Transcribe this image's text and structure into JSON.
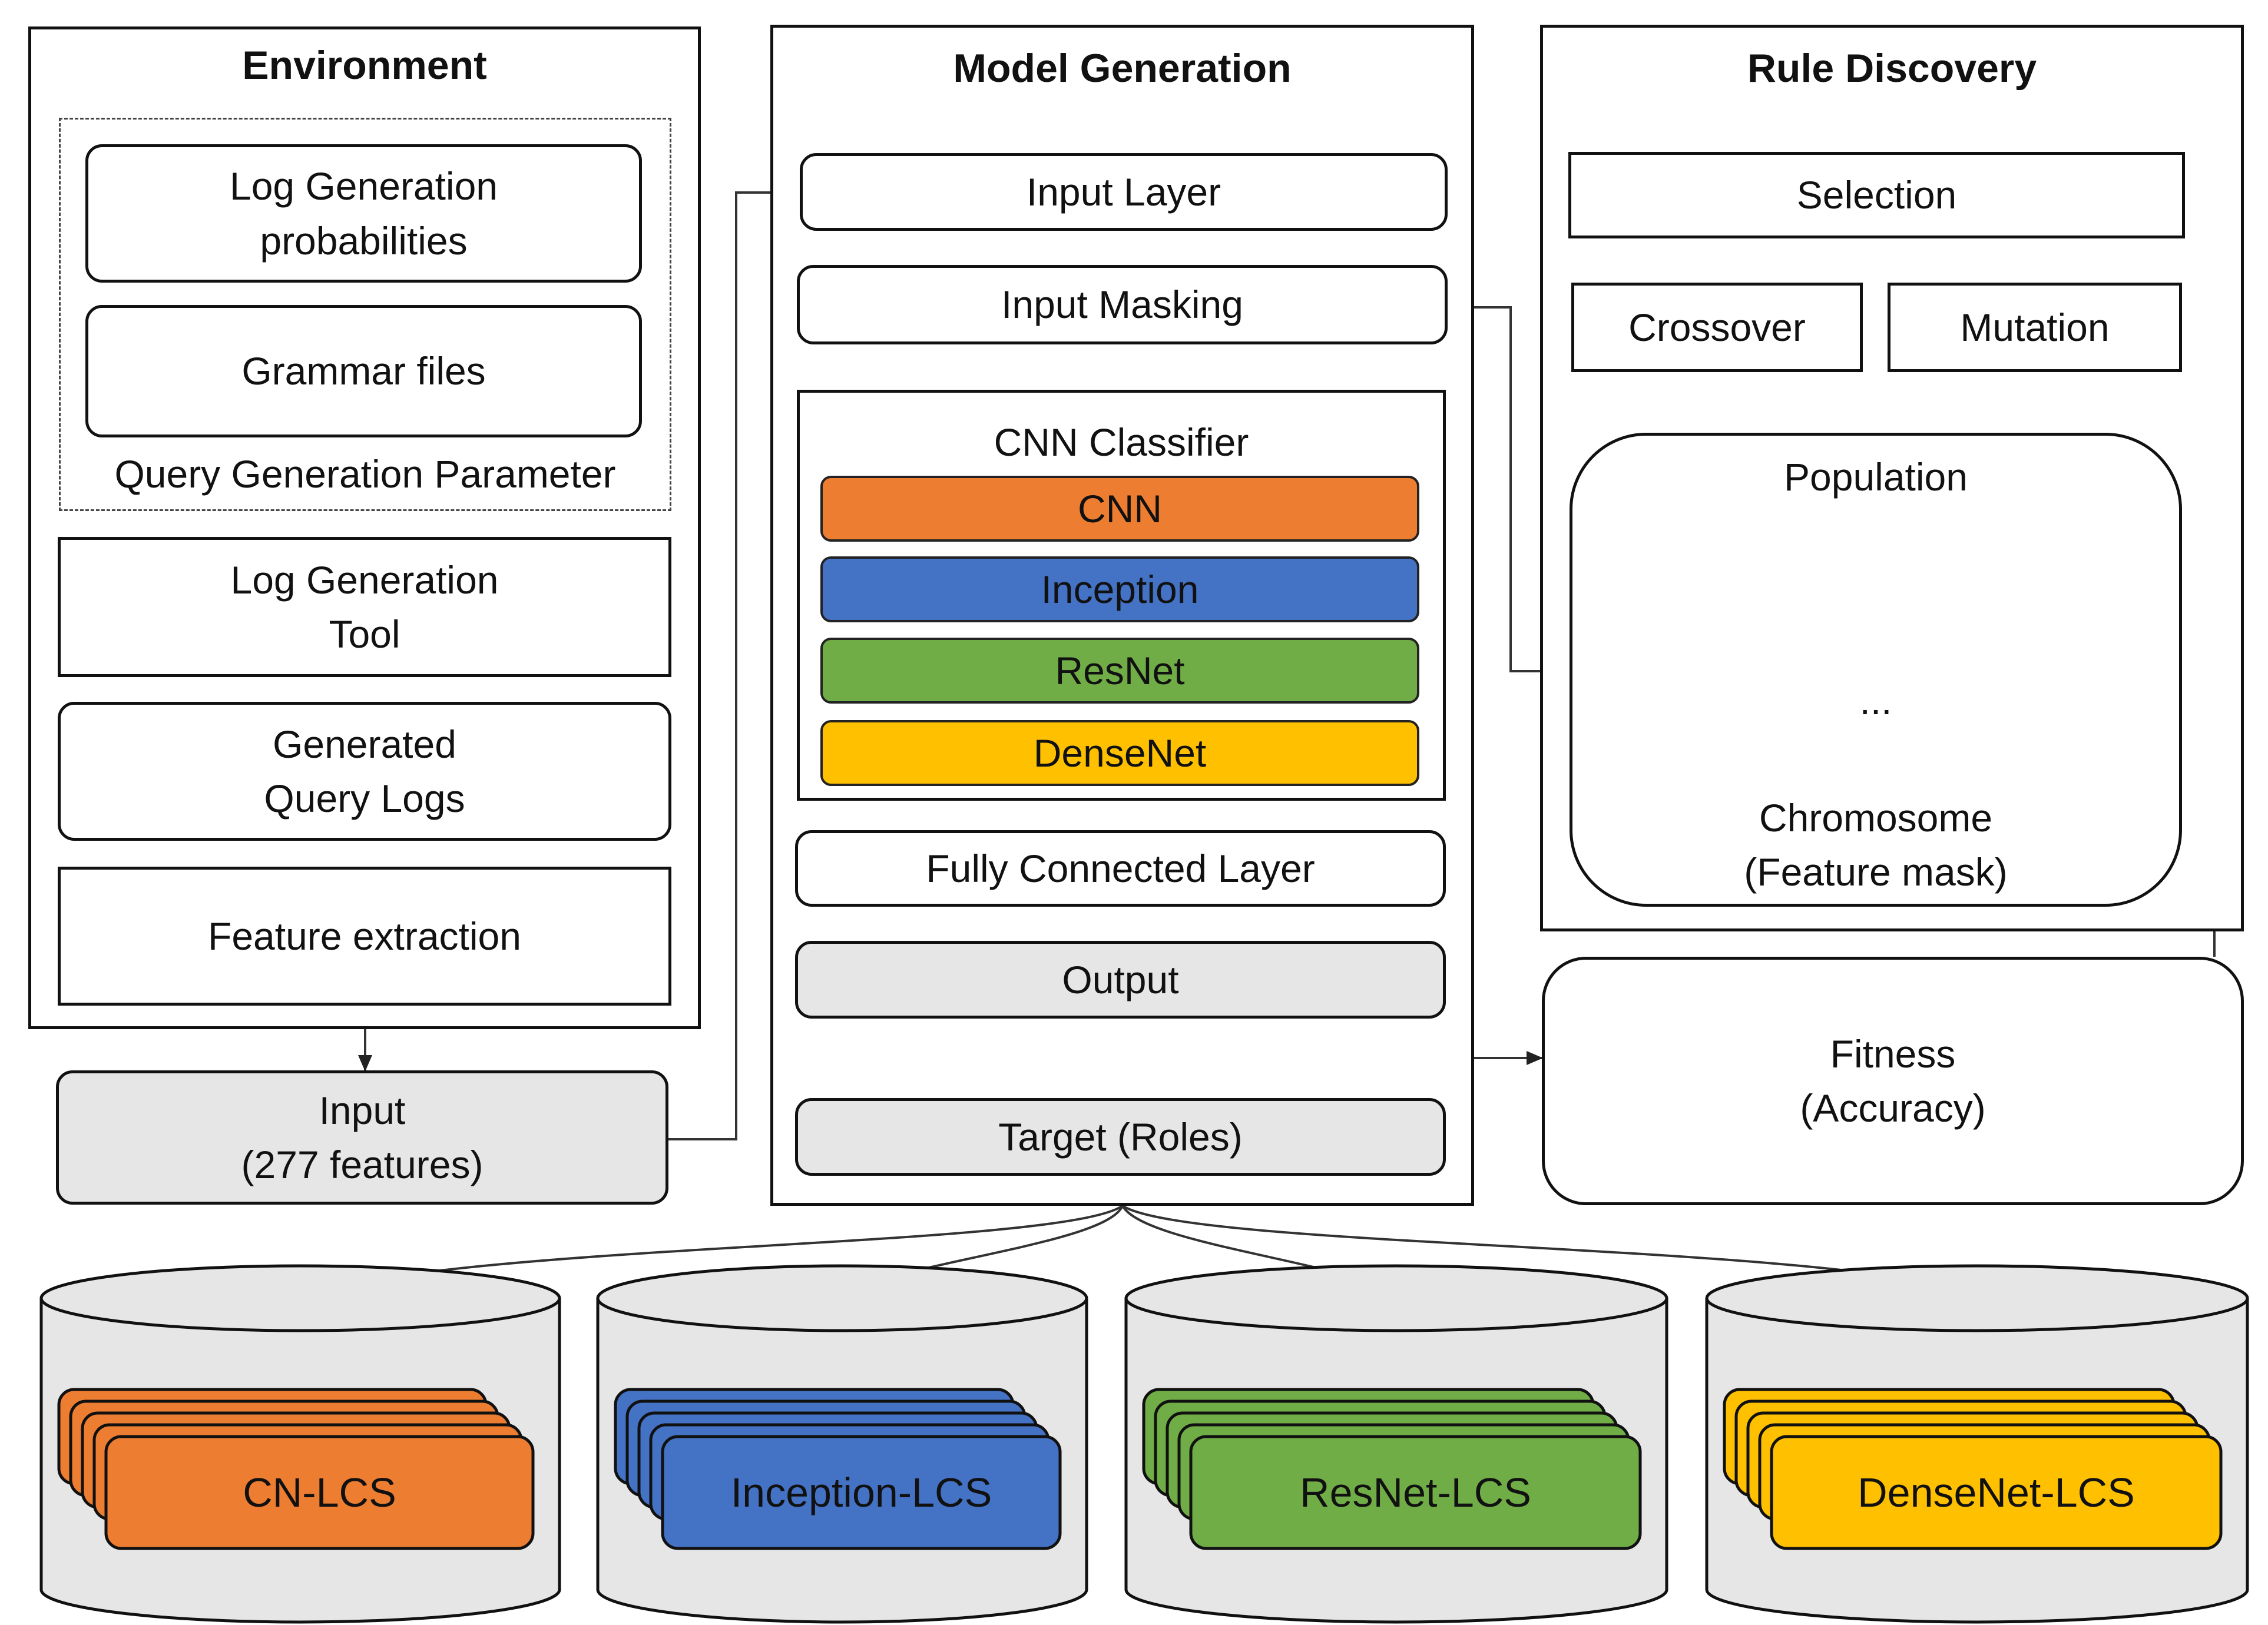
{
  "environment": {
    "title": "Environment",
    "log_gen_prob": "Log Generation\nprobabilities",
    "grammar": "Grammar  files",
    "qgp": "Query Generation Parameter",
    "log_tool": "Log Generation\nTool",
    "gen_logs": "Generated\nQuery Logs",
    "feat_ext": "Feature extraction"
  },
  "input": {
    "label": "Input\n(277 features)"
  },
  "model": {
    "title": "Model Generation",
    "input_layer": "Input  Layer",
    "input_masking": "Input  Masking",
    "cnn_classifier": "CNN  Classifier",
    "models": [
      {
        "label": "CNN",
        "color": "#ED7D31"
      },
      {
        "label": "Inception",
        "color": "#4472C4"
      },
      {
        "label": "ResNet",
        "color": "#70AD47"
      },
      {
        "label": "DenseNet",
        "color": "#FFC000"
      }
    ],
    "fc_layer": "Fully Connected Layer",
    "output": "Output",
    "target": "Target (Roles)"
  },
  "rules": {
    "title": "Rule Discovery",
    "selection": "Selection",
    "crossover": "Crossover",
    "mutation": "Mutation",
    "population": "Population",
    "ellipsis": "...",
    "chromosome": "Chromosome\n(Feature mask)"
  },
  "fitness": {
    "label": "Fitness\n(Accuracy)"
  },
  "databases": [
    {
      "label": "CN-LCS",
      "color": "#ED7D31"
    },
    {
      "label": "Inception-LCS",
      "color": "#4472C4"
    },
    {
      "label": "ResNet-LCS",
      "color": "#70AD47"
    },
    {
      "label": "DenseNet-LCS",
      "color": "#FFC000"
    }
  ]
}
